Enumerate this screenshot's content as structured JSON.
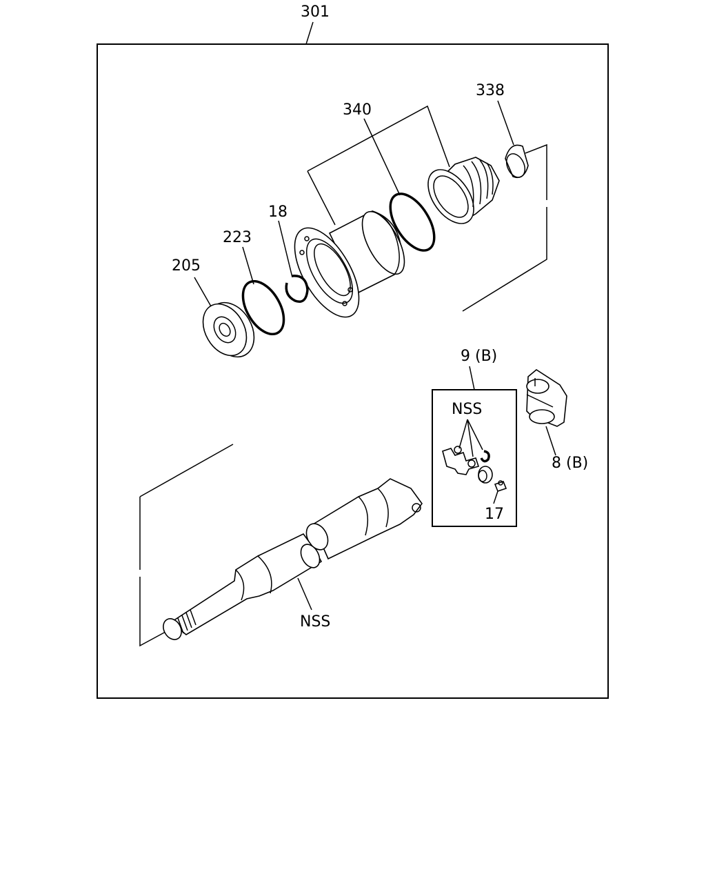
{
  "diagram": {
    "callouts": {
      "assembly": "301",
      "boot": "338",
      "oring_large": "340",
      "snap_ring": "18",
      "oring_small": "223",
      "bearing": "205",
      "spider_kit": "9 (B)",
      "kit_nss": "NSS",
      "grease_fitting": "17",
      "yoke": "8 (B)",
      "shaft_nss": "NSS"
    }
  }
}
